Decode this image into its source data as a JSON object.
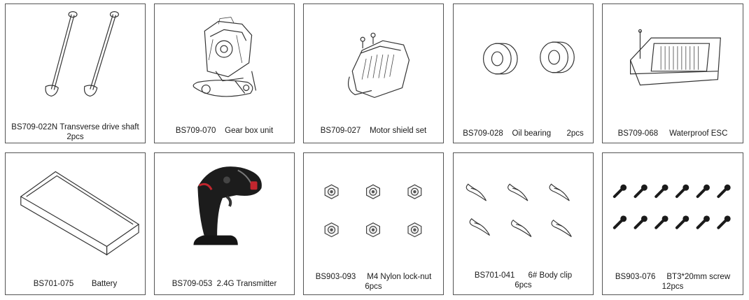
{
  "parts": [
    {
      "code": "BS709-022N",
      "name": "Transverse drive shaft",
      "qty": "2pcs"
    },
    {
      "code": "BS709-070",
      "name": "Gear box unit",
      "qty": ""
    },
    {
      "code": "BS709-027",
      "name": "Motor shield set",
      "qty": ""
    },
    {
      "code": "BS709-028",
      "name": "Oil bearing",
      "qty": "2pcs"
    },
    {
      "code": "BS709-068",
      "name": "Waterproof ESC",
      "qty": ""
    },
    {
      "code": "BS701-075",
      "name": "Battery",
      "qty": ""
    },
    {
      "code": "BS709-053",
      "name": "2.4G Transmitter",
      "qty": ""
    },
    {
      "code": "BS903-093",
      "name": "M4 Nylon lock-nut",
      "qty": "6pcs"
    },
    {
      "code": "BS701-041",
      "name": "6# Body clip",
      "qty": "6pcs"
    },
    {
      "code": "BS903-076",
      "name": "BT3*20mm screw",
      "qty": "12pcs"
    }
  ],
  "icons": [
    "drive-shaft-icon",
    "gear-box-icon",
    "motor-shield-icon",
    "oil-bearing-icon",
    "esc-icon",
    "battery-icon",
    "transmitter-icon",
    "lock-nut-icon",
    "body-clip-icon",
    "screw-icon"
  ]
}
